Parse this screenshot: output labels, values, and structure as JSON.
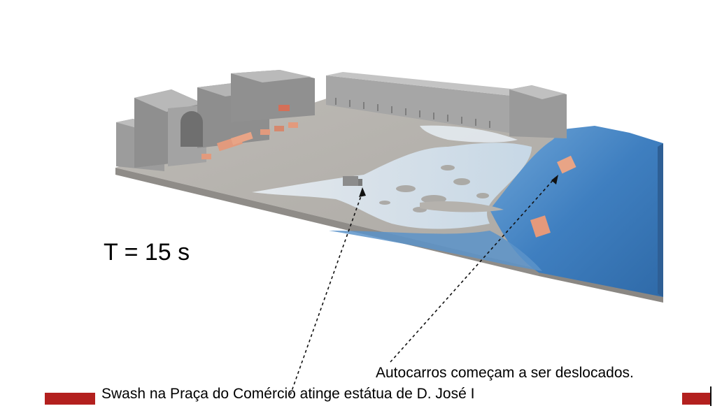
{
  "time_label": "T = 15 s",
  "annotations": {
    "buses": "Autocarros começam a ser deslocados.",
    "swash": "Swash na Praça do Comércio atinge estátua de D. José I"
  },
  "colors": {
    "accent_bar": "#b3201e",
    "water": "#3f7fc0",
    "ground": "#b5b2ad",
    "buildings": "#9a9a9a",
    "vehicles": "#e29a7d"
  }
}
